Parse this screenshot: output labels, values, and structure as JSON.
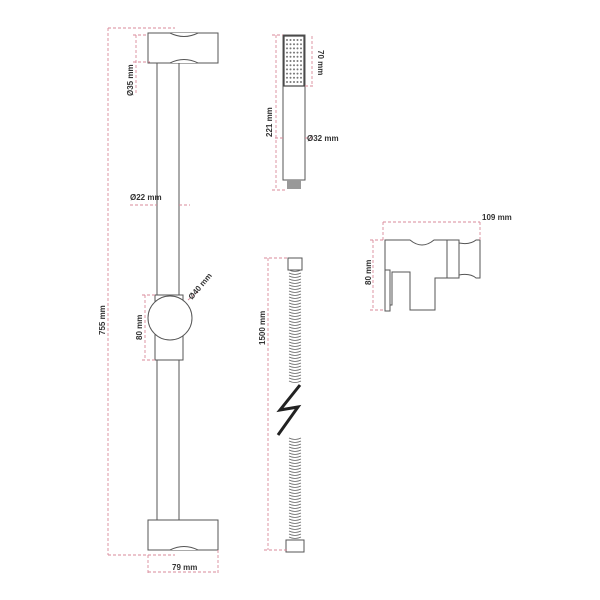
{
  "colors": {
    "outline": "#555555",
    "dimension": "#d98a9a",
    "text": "#333333"
  },
  "rail": {
    "bracket_diameter": "Ø35 mm",
    "total_length": "755 mm",
    "rail_diameter": "Ø22 mm",
    "slider_diameter": "Ø40 mm",
    "slider_height": "80 mm",
    "bracket_depth": "79 mm"
  },
  "handshower": {
    "length": "221 mm",
    "head_length": "70 mm",
    "diameter": "Ø32 mm"
  },
  "hose": {
    "length": "1500 mm"
  },
  "holder": {
    "depth": "109 mm",
    "height": "80 mm"
  }
}
